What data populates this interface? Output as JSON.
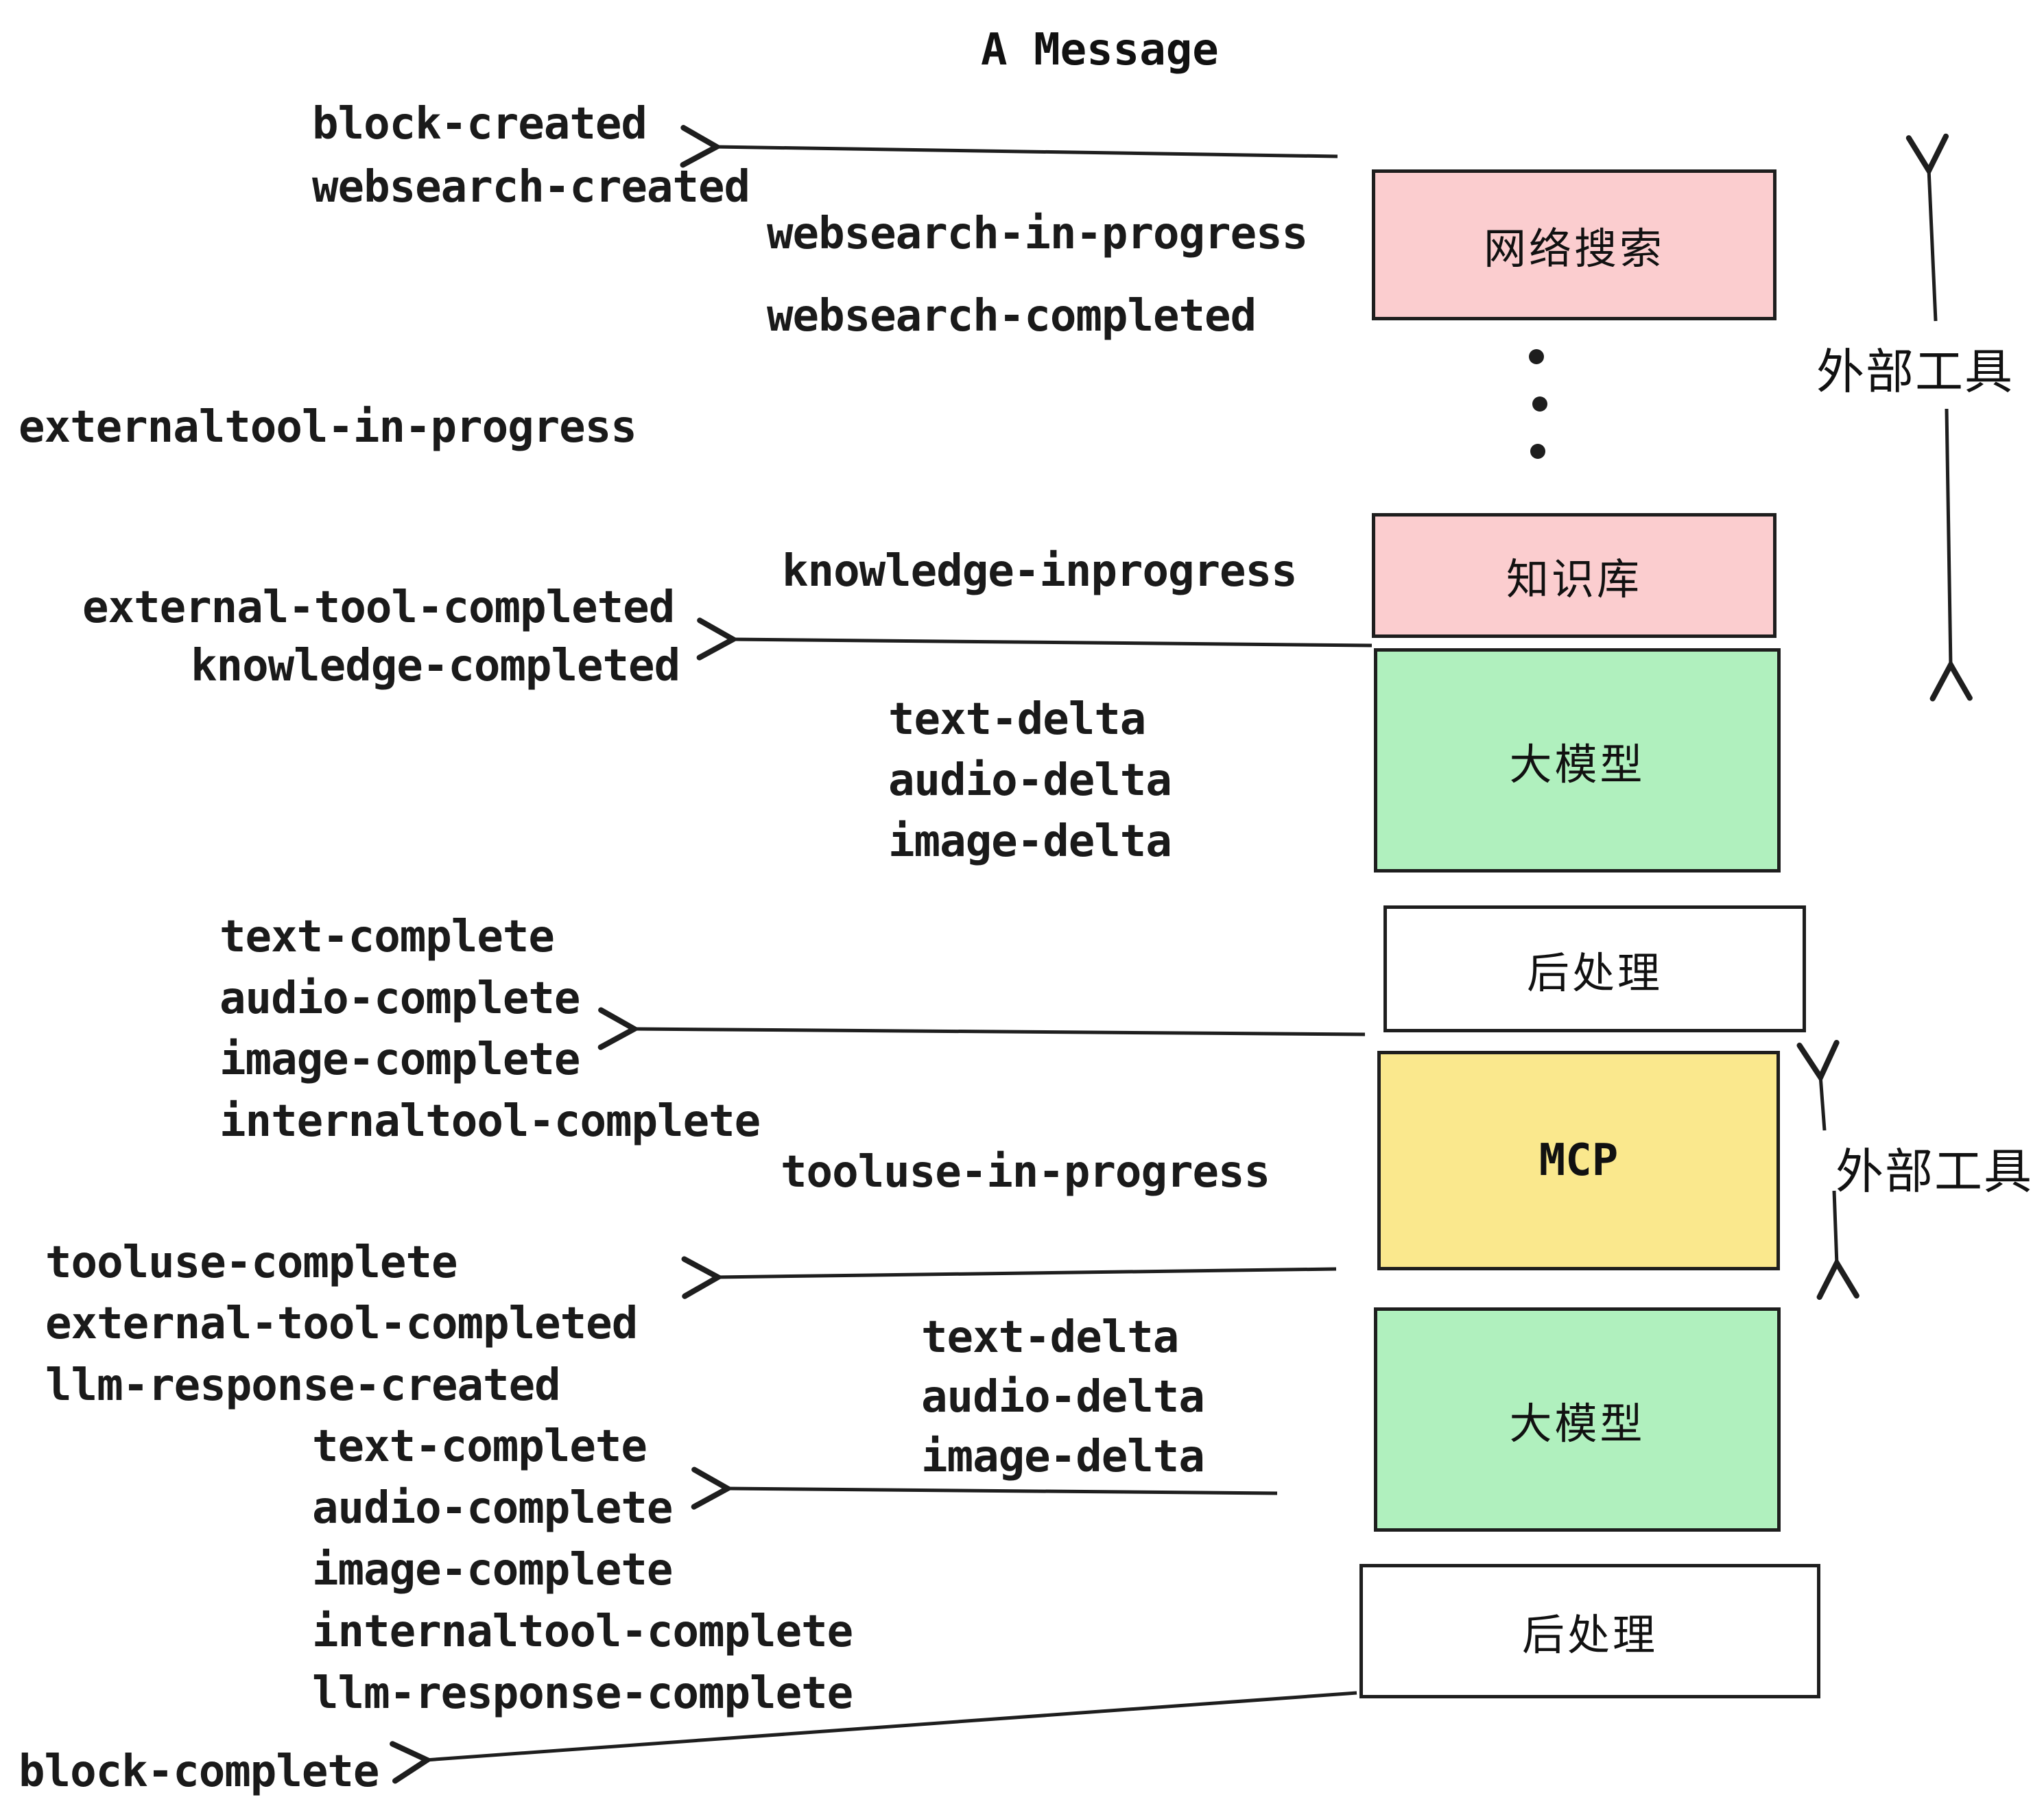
{
  "title": "A Message",
  "colors": {
    "box_pink": "#FBCDCF",
    "box_green": "#B0F0BE",
    "box_yellow": "#FAE88D",
    "box_white": "#FFFFFF",
    "stroke": "#1E1E1E",
    "text": "#1A1A1A"
  },
  "boxes": [
    {
      "label": "网络搜索",
      "color": "pink"
    },
    {
      "label": "知识库",
      "color": "pink"
    },
    {
      "label": "大模型",
      "color": "green"
    },
    {
      "label": "后处理",
      "color": "white"
    },
    {
      "label": "MCP",
      "color": "yellow"
    },
    {
      "label": "大模型",
      "color": "green"
    },
    {
      "label": "后处理",
      "color": "white"
    }
  ],
  "side_labels": [
    {
      "text": "外部工具"
    },
    {
      "text": "外部工具"
    }
  ],
  "events": [
    {
      "text": "block-created"
    },
    {
      "text": "websearch-created"
    },
    {
      "text": "websearch-in-progress"
    },
    {
      "text": "websearch-completed"
    },
    {
      "text": "externaltool-in-progress"
    },
    {
      "text": "knowledge-inprogress"
    },
    {
      "text": "external-tool-completed"
    },
    {
      "text": "knowledge-completed"
    },
    {
      "text": "text-delta"
    },
    {
      "text": "audio-delta"
    },
    {
      "text": "image-delta"
    },
    {
      "text": "text-complete"
    },
    {
      "text": "audio-complete"
    },
    {
      "text": "image-complete"
    },
    {
      "text": "internaltool-complete"
    },
    {
      "text": "tooluse-in-progress"
    },
    {
      "text": "tooluse-complete"
    },
    {
      "text": "external-tool-completed"
    },
    {
      "text": "llm-response-created"
    },
    {
      "text": "text-delta"
    },
    {
      "text": "audio-delta"
    },
    {
      "text": "image-delta"
    },
    {
      "text": "text-complete"
    },
    {
      "text": "audio-complete"
    },
    {
      "text": "image-complete"
    },
    {
      "text": "internaltool-complete"
    },
    {
      "text": "llm-response-complete"
    },
    {
      "text": "block-complete"
    }
  ]
}
